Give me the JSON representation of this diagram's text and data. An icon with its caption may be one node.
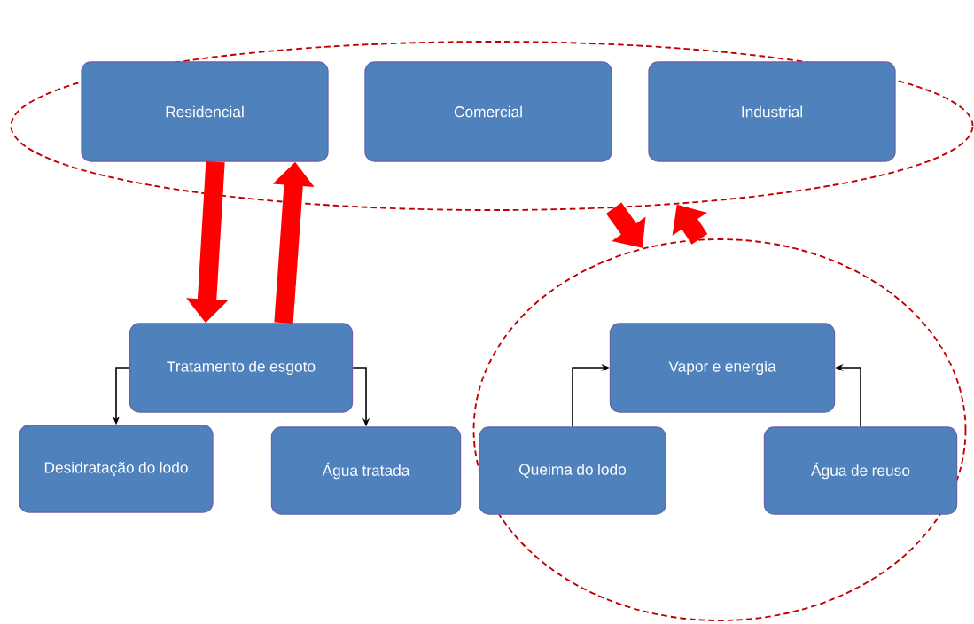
{
  "diagram": {
    "nodes": [
      {
        "text": [],
        "shape": "ellipse"
      },
      {
        "text": [
          "Residencial"
        ],
        "in": 0
      },
      {
        "text": [
          "Comercial"
        ],
        "in": 0
      },
      {
        "text": [
          "Industrial"
        ],
        "in": 0
      },
      {
        "text": [
          "Tratamento de esgoto"
        ]
      },
      {
        "text": [
          "Desidratação do lodo"
        ]
      },
      {
        "text": [
          "Água tratada"
        ]
      },
      {
        "text": [],
        "shape": "ellipse"
      },
      {
        "text": [
          "Vapor e energia"
        ],
        "in": 7
      },
      {
        "text": [
          "Queima do lodo"
        ],
        "in": 7
      },
      {
        "text": [
          "Água de reuso"
        ],
        "in": 7
      }
    ],
    "edges": [
      {
        "from": 1,
        "to": 4,
        "arrow": "to",
        "style": "thick",
        "color": "#ff0000"
      },
      {
        "from": 4,
        "to": 1,
        "arrow": "to",
        "style": "thick",
        "color": "#ff0000"
      },
      {
        "from": 0,
        "to": 7,
        "arrow": "to",
        "style": "thick",
        "color": "#ff0000"
      },
      {
        "from": 7,
        "to": 0,
        "arrow": "to",
        "style": "thick",
        "color": "#ff0000"
      },
      {
        "from": 4,
        "to": 5,
        "arrow": "to",
        "color": "#000000"
      },
      {
        "from": 4,
        "to": 6,
        "arrow": "to",
        "color": "#000000"
      },
      {
        "from": 9,
        "to": 8,
        "arrow": "to",
        "color": "#000000"
      },
      {
        "from": 10,
        "to": 8,
        "arrow": "to",
        "color": "#000000"
      }
    ]
  }
}
